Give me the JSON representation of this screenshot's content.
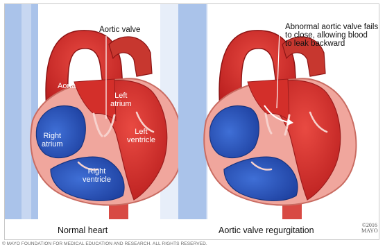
{
  "left_panel": {
    "callout": "Aortic valve",
    "labels": {
      "aorta": "Aorta",
      "left_atrium": "Left\natrium",
      "left_ventricle": "Left\nventricle",
      "right_atrium": "Right\natrium",
      "right_ventricle": "Right\nventricle"
    },
    "caption": "Normal heart"
  },
  "right_panel": {
    "callout_lines": [
      "Abnormal aortic valve fails",
      "to close, allowing blood",
      "to leak backward"
    ],
    "caption": "Aortic valve regurgitation"
  },
  "copyright_mark": [
    "©2016",
    "MAYO"
  ],
  "footer": "© MAYO FOUNDATION FOR MEDICAL EDUCATION AND RESEARCH. ALL RIGHTS RESERVED.",
  "colors": {
    "red": "#d42a2a",
    "dark_red": "#a21818",
    "pink_tissue": "#f2a8a0",
    "blue": "#2d5bc4",
    "light_blue_vessel": "#9fb8e2"
  }
}
